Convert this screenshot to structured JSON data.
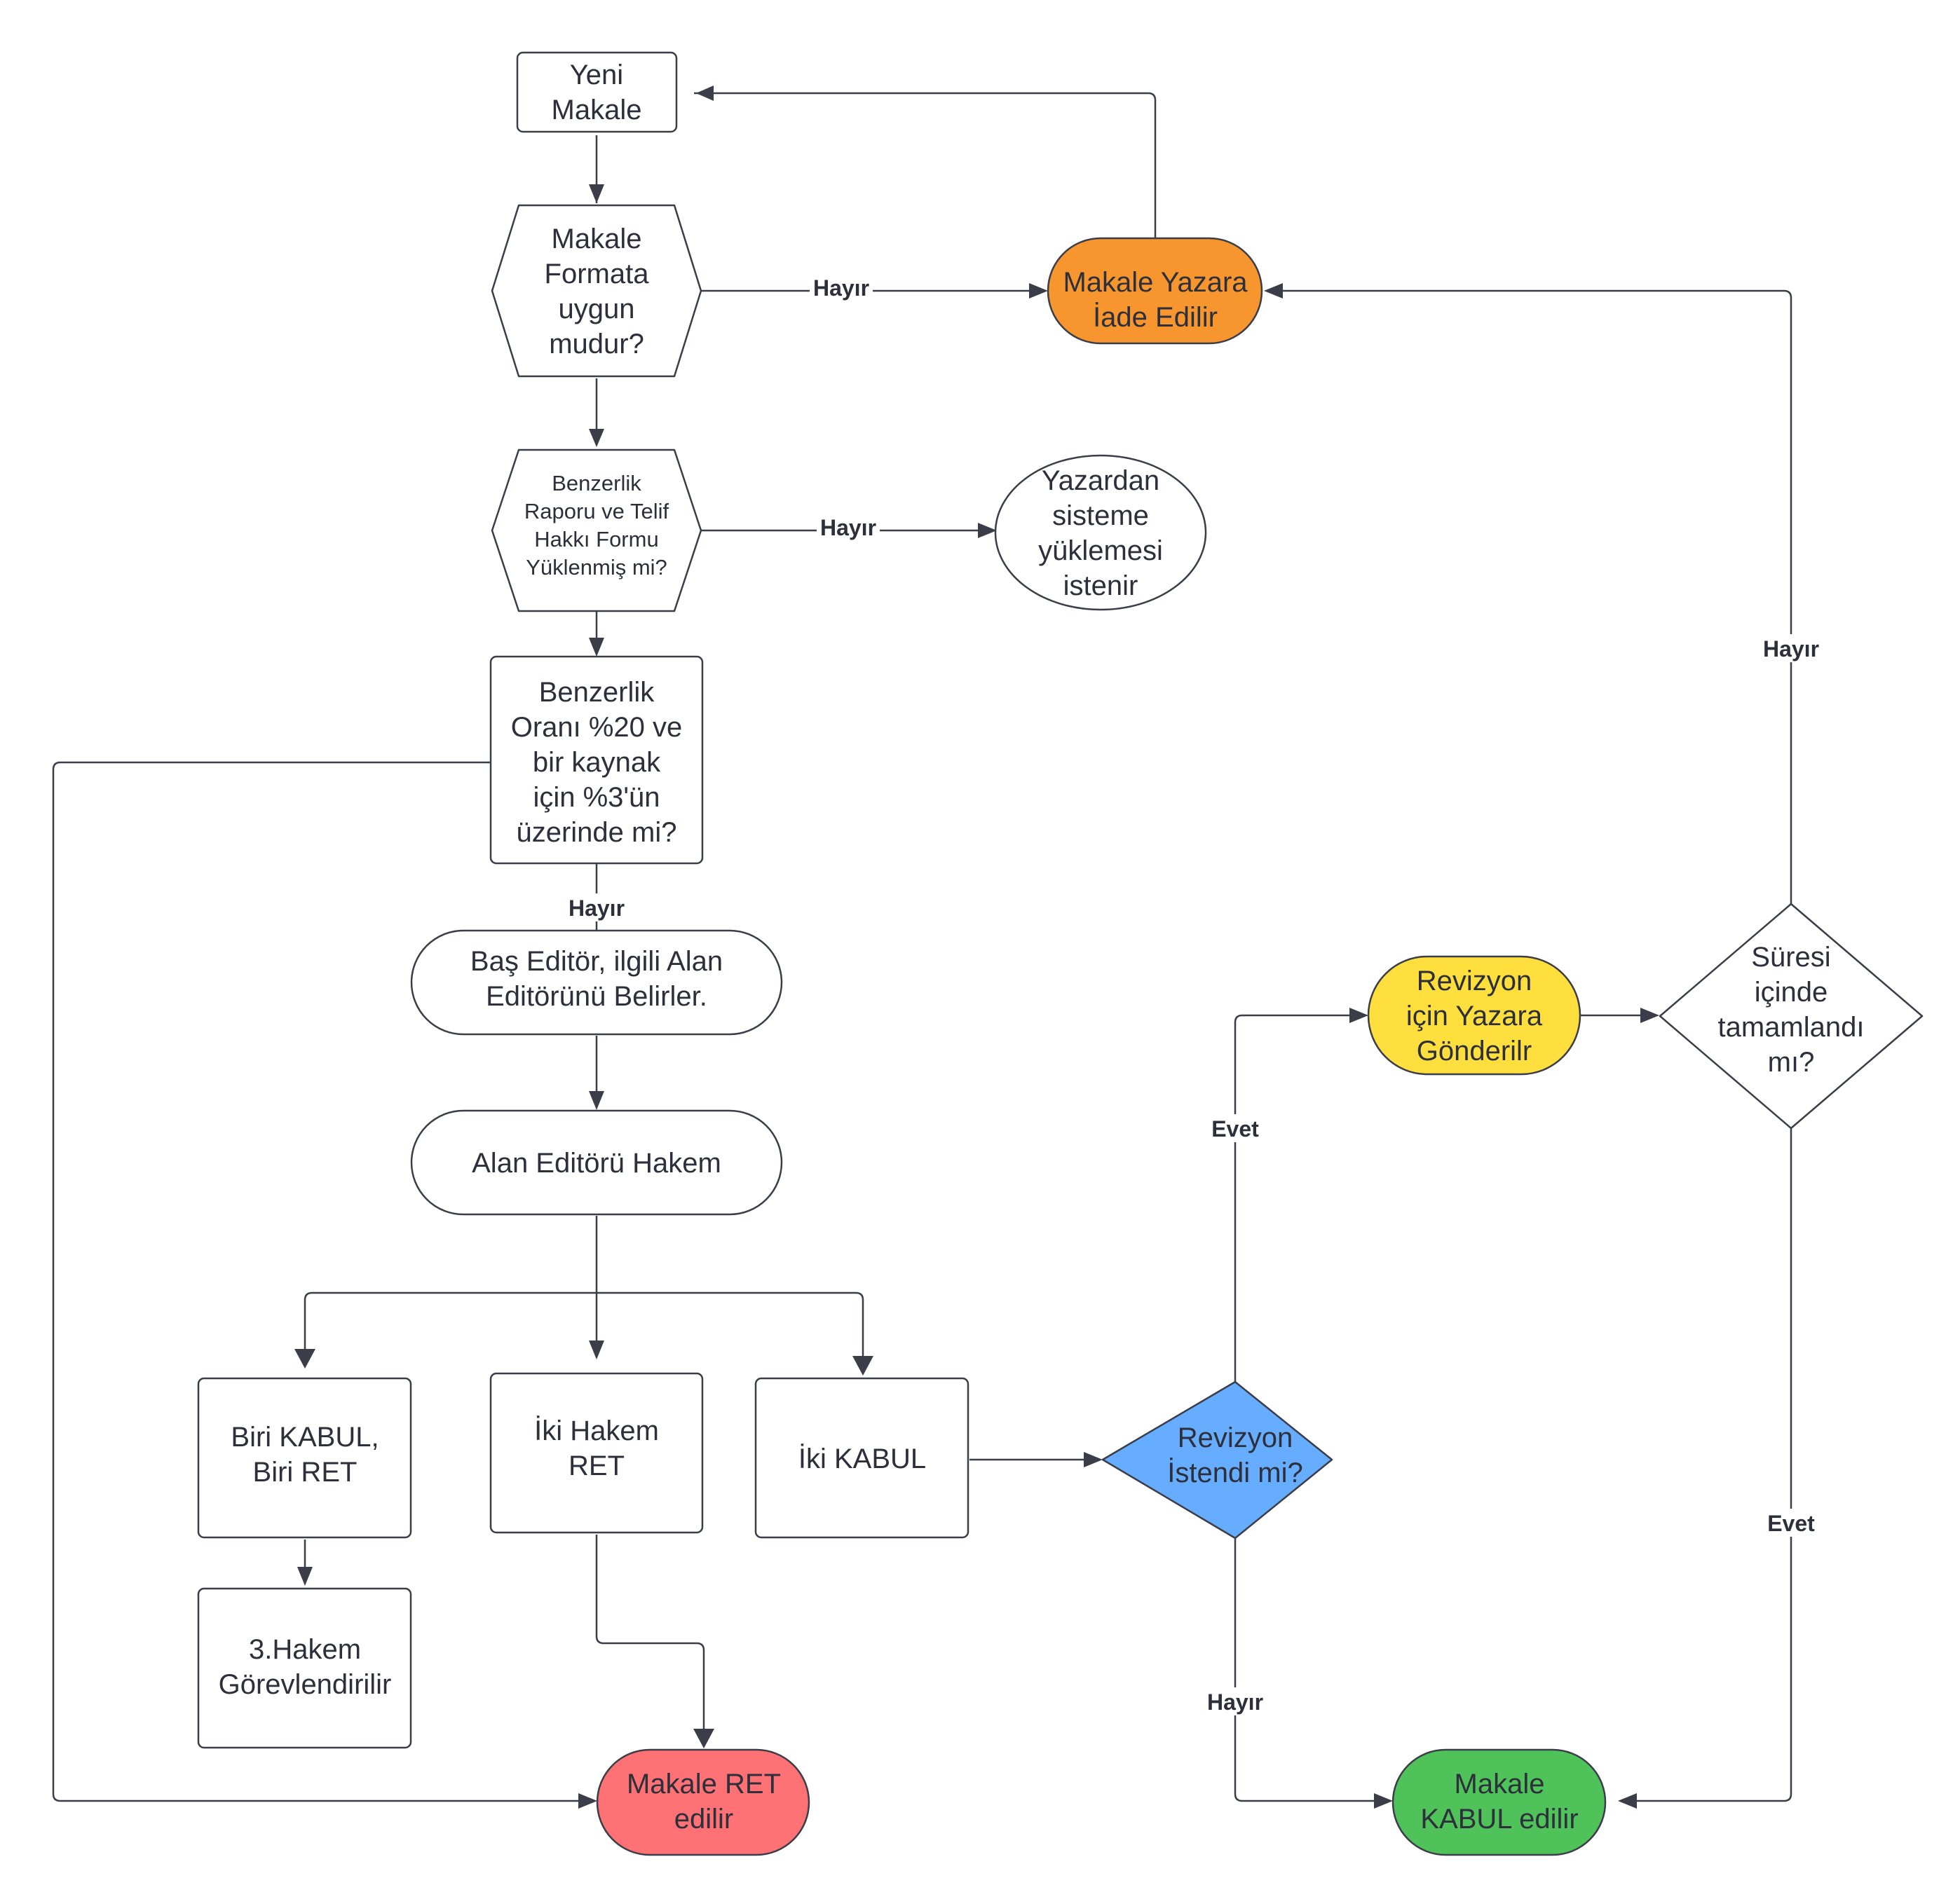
{
  "nodes": {
    "yeni_makale": {
      "lines": [
        "Yeni",
        "Makale"
      ]
    },
    "format_check": {
      "lines": [
        "Makale",
        "Formata",
        "uygun",
        "mudur?"
      ]
    },
    "yazara_iade": {
      "lines": [
        "Makale Yazara",
        "İade Edilir"
      ],
      "fill": "#F7962F"
    },
    "benzerlik_raporu": {
      "lines": [
        "Benzerlik",
        "Raporu ve Telif",
        "Hakkı Formu",
        "Yüklenmiş mi?"
      ]
    },
    "yukleme_istenir": {
      "lines": [
        "Yazardan",
        "sisteme",
        "yüklemesi",
        "istenir"
      ]
    },
    "benzerlik_orani": {
      "lines": [
        "Benzerlik",
        "Oranı %20 ve",
        "bir kaynak",
        "için %3'ün",
        "üzerinde mi?"
      ]
    },
    "bas_editor": {
      "lines": [
        "Baş Editör, ilgili Alan",
        "Editörünü Belirler."
      ]
    },
    "alan_editoru": {
      "lines": [
        "Alan Editörü Hakem"
      ]
    },
    "biri_kabul": {
      "lines": [
        "Biri KABUL,",
        "Biri RET"
      ]
    },
    "iki_ret": {
      "lines": [
        "İki Hakem",
        "RET"
      ]
    },
    "iki_kabul": {
      "lines": [
        "İki KABUL"
      ]
    },
    "ucuncu_hakem": {
      "lines": [
        "3.Hakem",
        "Görevlendirilir"
      ]
    },
    "makale_ret": {
      "lines": [
        "Makale RET",
        "edilir"
      ],
      "fill": "#FE7174"
    },
    "revizyon_istendi": {
      "lines": [
        "Revizyon",
        "İstendi mi?"
      ],
      "fill": "#66ADFF"
    },
    "revizyon_yazara": {
      "lines": [
        "Revizyon",
        "için Yazara",
        "Gönderilr"
      ],
      "fill": "#FFDF3E"
    },
    "suresi_icinde": {
      "lines": [
        "Süresi",
        "içinde",
        "tamamlandı",
        "mı?"
      ]
    },
    "makale_kabul": {
      "lines": [
        "Makale",
        "KABUL edilir"
      ],
      "fill": "#4FC35A"
    }
  },
  "edge_labels": {
    "format_hayir": "Hayır",
    "rapor_hayir": "Hayır",
    "oran_hayir": "Hayır",
    "suresi_hayir": "Hayır",
    "revizyon_evet": "Evet",
    "revizyon_hayir": "Hayır",
    "suresi_evet": "Evet"
  },
  "colors": {
    "stroke": "#3b3d48",
    "text": "#2d2f3a",
    "orange": "#F7962F",
    "red": "#FE7174",
    "blue": "#66ADFF",
    "yellow": "#FFDF3E",
    "green": "#4FC35A"
  }
}
